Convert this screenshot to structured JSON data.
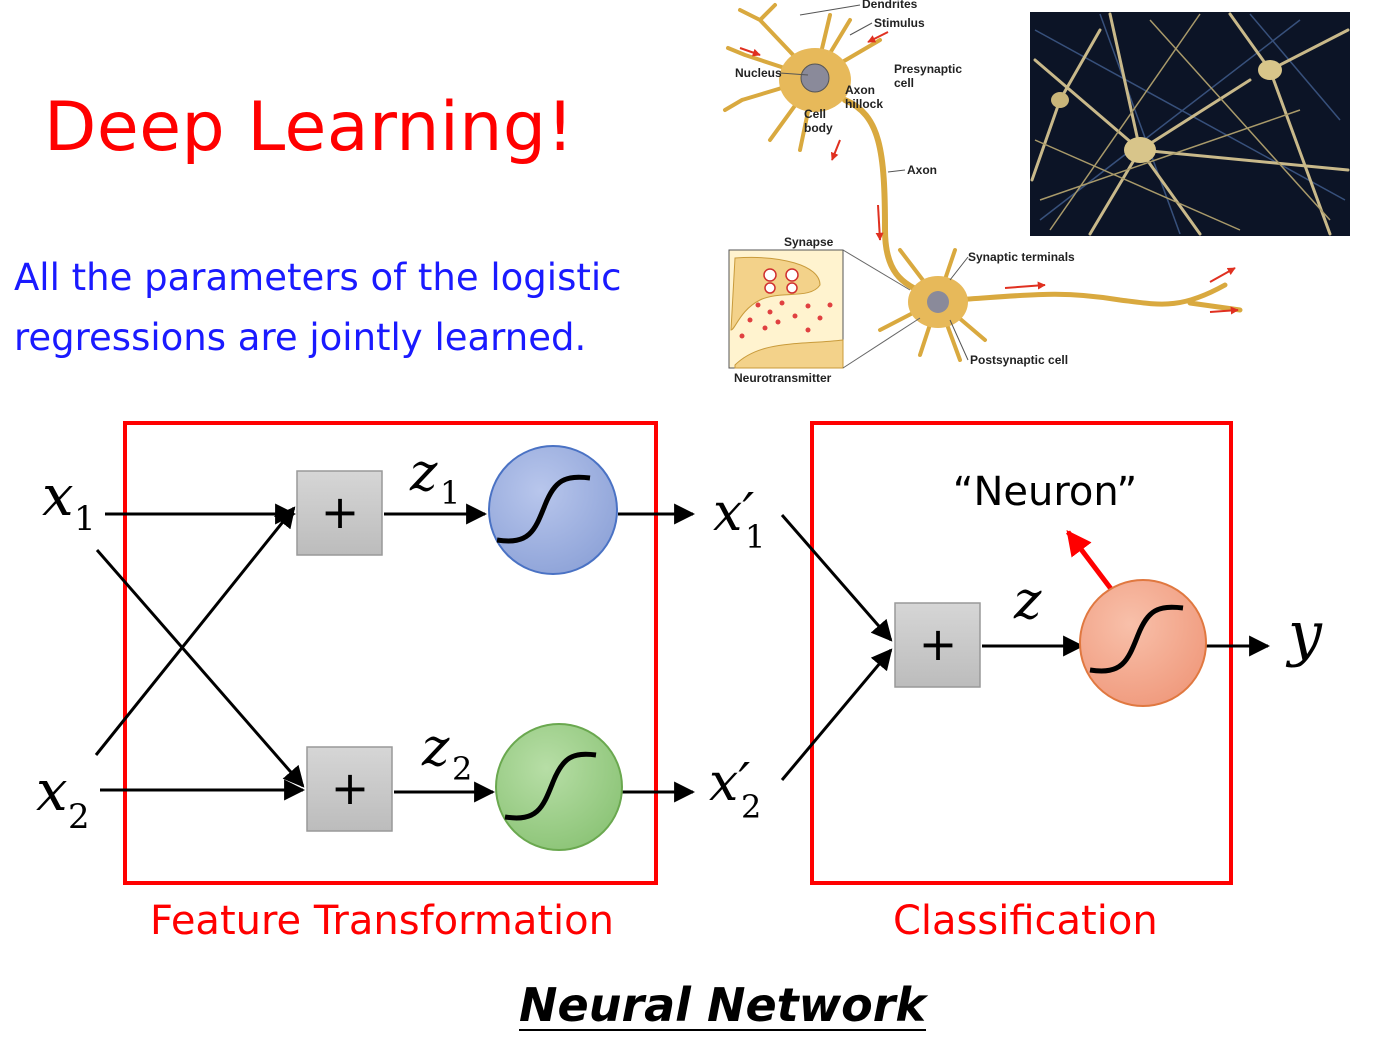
{
  "title": "Deep Learning!",
  "subtitle_line1": "All the parameters of the logistic",
  "subtitle_line2": "regressions are jointly learned.",
  "neuron_figure": {
    "labels": {
      "dendrites": "Dendrites",
      "stimulus": "Stimulus",
      "nucleus": "Nucleus",
      "presynaptic": "Presynaptic",
      "presynaptic2": "cell",
      "axon_hillock": "Axon",
      "axon_hillock2": "hillock",
      "cell_body": "Cell",
      "cell_body2": "body",
      "axon": "Axon",
      "synapse": "Synapse",
      "synaptic_terminals": "Synaptic terminals",
      "postsynaptic": "Postsynaptic cell",
      "neurotransmitter": "Neurotransmitter"
    }
  },
  "network": {
    "inputs": [
      {
        "sym": "x",
        "sub": "1"
      },
      {
        "sym": "x",
        "sub": "2"
      }
    ],
    "hidden_z": [
      {
        "sym": "z",
        "sub": "1"
      },
      {
        "sym": "z",
        "sub": "2"
      }
    ],
    "hidden_out": [
      {
        "sym": "x′",
        "sub": "1"
      },
      {
        "sym": "x′",
        "sub": "2"
      }
    ],
    "output_z": "z",
    "output": "y",
    "plus": "+",
    "neuron_label": "“Neuron”",
    "colors": {
      "box": "#ff0000",
      "node_top": "#9db0e0",
      "node_bottom": "#9fd08a",
      "node_out": "#f4a88e",
      "adder": "#c8c8c8"
    }
  },
  "captions": {
    "feature": "Feature Transformation",
    "classification": "Classification"
  },
  "footer": "Neural Network"
}
